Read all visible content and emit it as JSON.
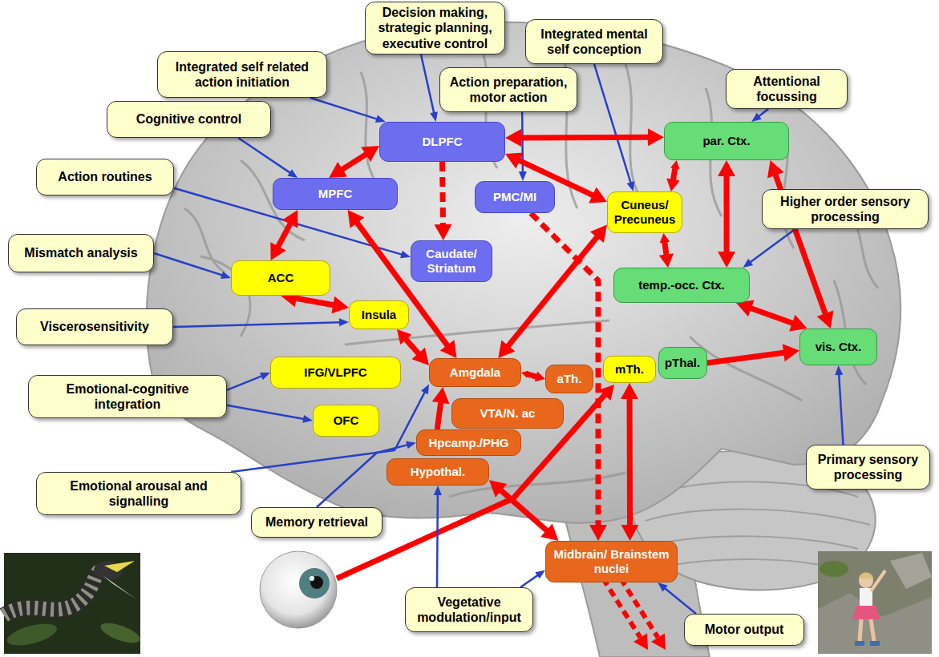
{
  "diagram": {
    "nodes": [
      {
        "text": [
          "Decision making, strategic planning, executive control"
        ]
      },
      {
        "text": [
          "Integrated mental self conception"
        ]
      },
      {
        "text": [
          "Integrated self related action initiation"
        ]
      },
      {
        "text": [
          "Action preparation, motor action"
        ]
      },
      {
        "text": [
          "Attentional focussing"
        ]
      },
      {
        "text": [
          "Cognitive control"
        ]
      },
      {
        "text": [
          "DLPFC"
        ]
      },
      {
        "text": [
          "par. Ctx."
        ]
      },
      {
        "text": [
          "Action routines"
        ]
      },
      {
        "text": [
          "MPFC"
        ]
      },
      {
        "text": [
          "PMC/MI"
        ]
      },
      {
        "text": [
          "Cuneus/ Precuneus"
        ]
      },
      {
        "text": [
          "Higher order sensory processing"
        ]
      },
      {
        "text": [
          "Mismatch analysis"
        ]
      },
      {
        "text": [
          "Caudate/ Striatum"
        ]
      },
      {
        "text": [
          "ACC"
        ]
      },
      {
        "text": [
          "temp.-occ. Ctx."
        ]
      },
      {
        "text": [
          "Insula"
        ]
      },
      {
        "text": [
          "Viscerosensitivity"
        ]
      },
      {
        "text": [
          "vis. Ctx."
        ]
      },
      {
        "text": [
          "IFG/VLPFC"
        ]
      },
      {
        "text": [
          "Amgdala"
        ]
      },
      {
        "text": [
          "mTh."
        ]
      },
      {
        "text": [
          "pThal."
        ]
      },
      {
        "text": [
          "aTh."
        ]
      },
      {
        "text": [
          "Emotional-cognitive integration"
        ]
      },
      {
        "text": [
          "VTA/N. ac"
        ]
      },
      {
        "text": [
          "OFC"
        ]
      },
      {
        "text": [
          "Hpcamp./PHG"
        ]
      },
      {
        "text": [
          "Primary sensory processing"
        ]
      },
      {
        "text": [
          "Hypothal."
        ]
      },
      {
        "text": [
          "Emotional arousal and signalling"
        ]
      },
      {
        "text": [
          "Memory retrieval"
        ]
      },
      {
        "text": [
          "Midbrain/ Brainstem nuclei"
        ]
      },
      {
        "text": [
          "Vegetative modulation/input"
        ]
      },
      {
        "text": [
          "Motor output"
        ]
      }
    ],
    "edges": [
      {
        "from": 0,
        "to": 6,
        "arrow": "to"
      },
      {
        "from": 2,
        "to": 6,
        "arrow": "to"
      },
      {
        "from": 1,
        "to": 11,
        "arrow": "to"
      },
      {
        "from": 3,
        "to": 10,
        "arrow": "to"
      },
      {
        "from": 4,
        "to": 7,
        "arrow": "to"
      },
      {
        "from": 5,
        "to": 9,
        "arrow": "to"
      },
      {
        "from": 8,
        "to": 14,
        "arrow": "to"
      },
      {
        "from": 12,
        "to": 16,
        "arrow": "to"
      },
      {
        "from": 13,
        "to": 15,
        "arrow": "to"
      },
      {
        "from": 18,
        "to": 17,
        "arrow": "to"
      },
      {
        "from": 25,
        "to": 20,
        "arrow": "to"
      },
      {
        "from": 25,
        "to": 27,
        "arrow": "to"
      },
      {
        "from": 31,
        "to": 21,
        "arrow": "to"
      },
      {
        "from": 32,
        "to": 28,
        "arrow": "to"
      },
      {
        "from": 29,
        "to": 19,
        "arrow": "to"
      },
      {
        "from": 34,
        "to": 30,
        "arrow": "to"
      },
      {
        "from": 34,
        "to": 33,
        "arrow": "to"
      },
      {
        "from": 35,
        "to": 33,
        "arrow": "to"
      },
      {
        "from": 9,
        "to": 6,
        "arrow": "both"
      },
      {
        "from": 9,
        "to": 15,
        "arrow": "both"
      },
      {
        "from": 9,
        "to": 21,
        "arrow": "both"
      },
      {
        "from": 6,
        "to": 14,
        "arrow": "to"
      },
      {
        "from": 6,
        "to": 7,
        "arrow": "both"
      },
      {
        "from": 6,
        "to": 11,
        "arrow": "both"
      },
      {
        "from": 7,
        "to": 11,
        "arrow": "both"
      },
      {
        "from": 7,
        "to": 16,
        "arrow": "both"
      },
      {
        "from": 7,
        "to": 19,
        "arrow": "both"
      },
      {
        "from": 11,
        "to": 16,
        "arrow": "both"
      },
      {
        "from": 11,
        "to": 21,
        "arrow": "both"
      },
      {
        "from": 16,
        "to": 19,
        "arrow": "both"
      },
      {
        "from": 23,
        "to": 19,
        "arrow": "to"
      },
      {
        "from": 15,
        "to": 17,
        "arrow": "both"
      },
      {
        "from": 17,
        "to": 21,
        "arrow": "both"
      },
      {
        "from": 21,
        "to": 24,
        "arrow": "both"
      },
      {
        "from": 28,
        "to": 21,
        "arrow": "to"
      },
      {
        "from": 22,
        "to": 33,
        "arrow": "both"
      },
      {
        "from": 30,
        "to": 33,
        "arrow": "both"
      },
      {
        "from": 10,
        "to": 33,
        "arrow": "to"
      }
    ]
  }
}
